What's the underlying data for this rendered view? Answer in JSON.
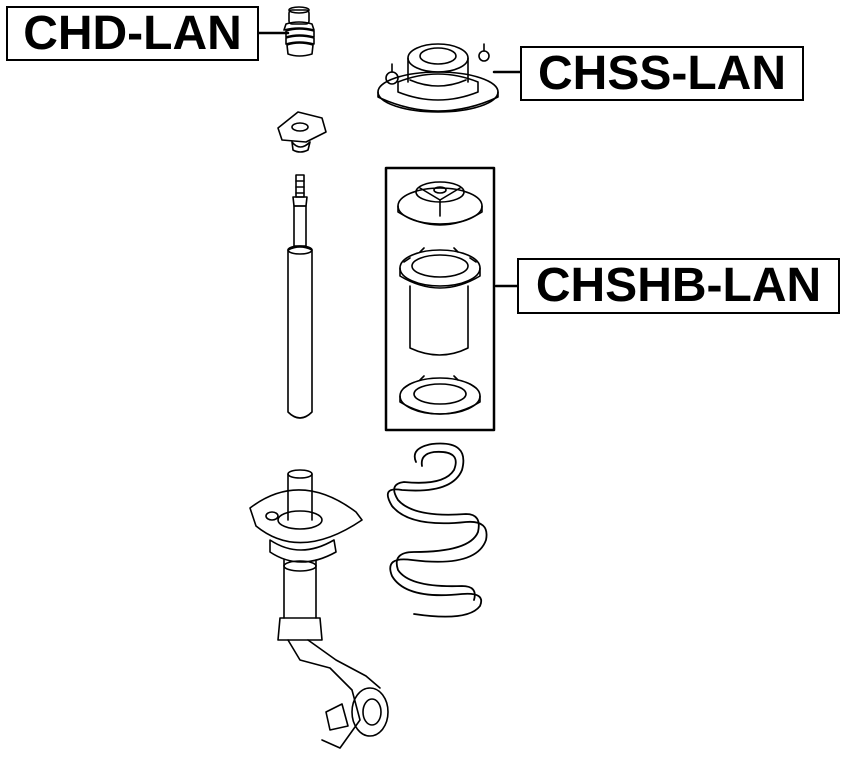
{
  "part_labels": {
    "dust_boot": "CHD-LAN",
    "strut_mount": "CHSS-LAN",
    "boot_kit": "CHSHB-LAN"
  },
  "colors": {
    "line": "#000000",
    "background": "#ffffff"
  }
}
